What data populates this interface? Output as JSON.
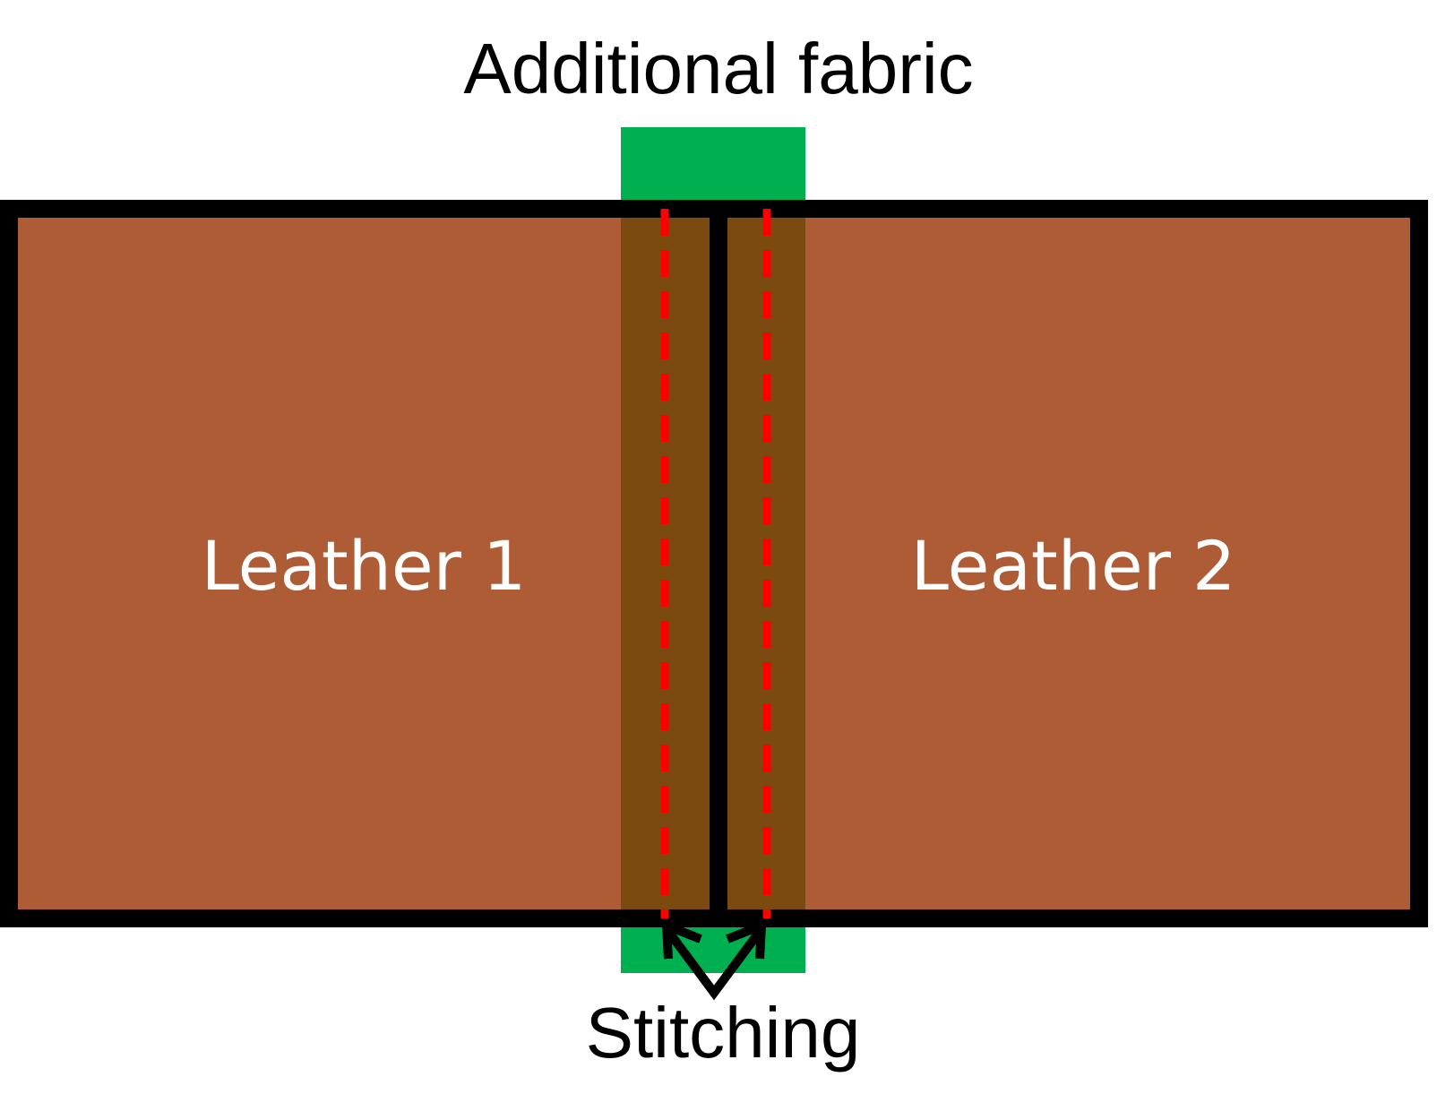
{
  "labels": {
    "top": "Additional fabric",
    "left_panel": "Leather 1",
    "right_panel": "Leather 2",
    "bottom": "Stitching"
  },
  "colors": {
    "leather": "#ad5c35",
    "overlap": "#7a4a11",
    "fabric": "#00b050",
    "outline": "#000000",
    "stitch": "#ff0000",
    "text_light": "#ffffff",
    "text_dark": "#000000"
  }
}
